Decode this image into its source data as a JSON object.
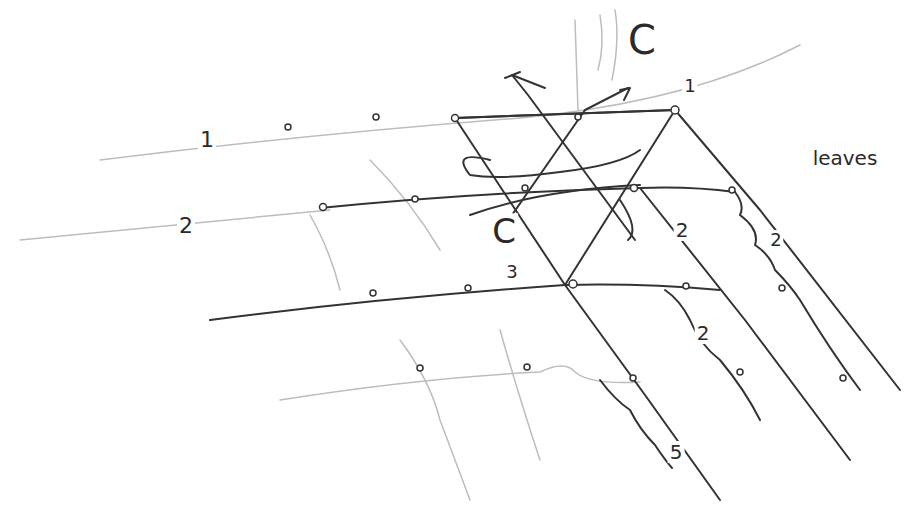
{
  "diagram": {
    "labels": [
      "1",
      "2",
      "C",
      "1",
      "leaves",
      "C",
      "2",
      "2",
      "3",
      "2",
      "5"
    ]
  }
}
